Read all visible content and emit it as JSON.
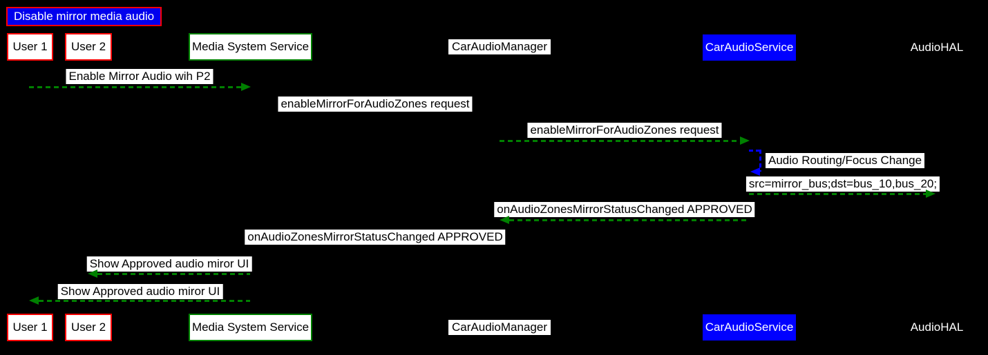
{
  "title": "Disable mirror media audio",
  "colors": {
    "background": "#000000",
    "red_accent": "#ff0000",
    "green_accent": "#008000",
    "blue_accent": "#0000ff",
    "label_bg": "#ffffff"
  },
  "participants": [
    {
      "label": "User 1",
      "style": "red-bordered-box"
    },
    {
      "label": "User 2",
      "style": "red-bordered-box"
    },
    {
      "label": "Media System Service",
      "style": "green-bordered-box"
    },
    {
      "label": "CarAudioManager",
      "style": "white-label"
    },
    {
      "label": "CarAudioService",
      "style": "blue-filled-box"
    },
    {
      "label": "AudioHAL",
      "style": "plain-text"
    }
  ],
  "messages": [
    {
      "text": "Enable Mirror Audio wih P2",
      "from": "User 1",
      "to": "Media System Service",
      "arrow": "green-dashed-right"
    },
    {
      "text": "enableMirrorForAudioZones request",
      "from": "Media System Service",
      "to": "CarAudioManager",
      "arrow": "hidden-black"
    },
    {
      "text": "enableMirrorForAudioZones request",
      "from": "CarAudioManager",
      "to": "CarAudioService",
      "arrow": "green-dashed-right"
    },
    {
      "text": "Audio Routing/Focus Change",
      "from": "CarAudioService",
      "to": "CarAudioService",
      "arrow": "blue-dashed-self"
    },
    {
      "text": "src=mirror_bus;dst=bus_10,bus_20;",
      "from": "CarAudioService",
      "to": "AudioHAL",
      "arrow": "green-dashed-right"
    },
    {
      "text": "onAudioZonesMirrorStatusChanged APPROVED",
      "from": "CarAudioService",
      "to": "CarAudioManager",
      "arrow": "green-dashed-left"
    },
    {
      "text": "onAudioZonesMirrorStatusChanged APPROVED",
      "from": "CarAudioManager",
      "to": "Media System Service",
      "arrow": "hidden-black"
    },
    {
      "text": "Show Approved audio miror UI",
      "from": "Media System Service",
      "to": "User 2",
      "arrow": "green-dashed-left"
    },
    {
      "text": "Show Approved audio miror UI",
      "from": "Media System Service",
      "to": "User 1",
      "arrow": "green-dashed-left"
    }
  ]
}
